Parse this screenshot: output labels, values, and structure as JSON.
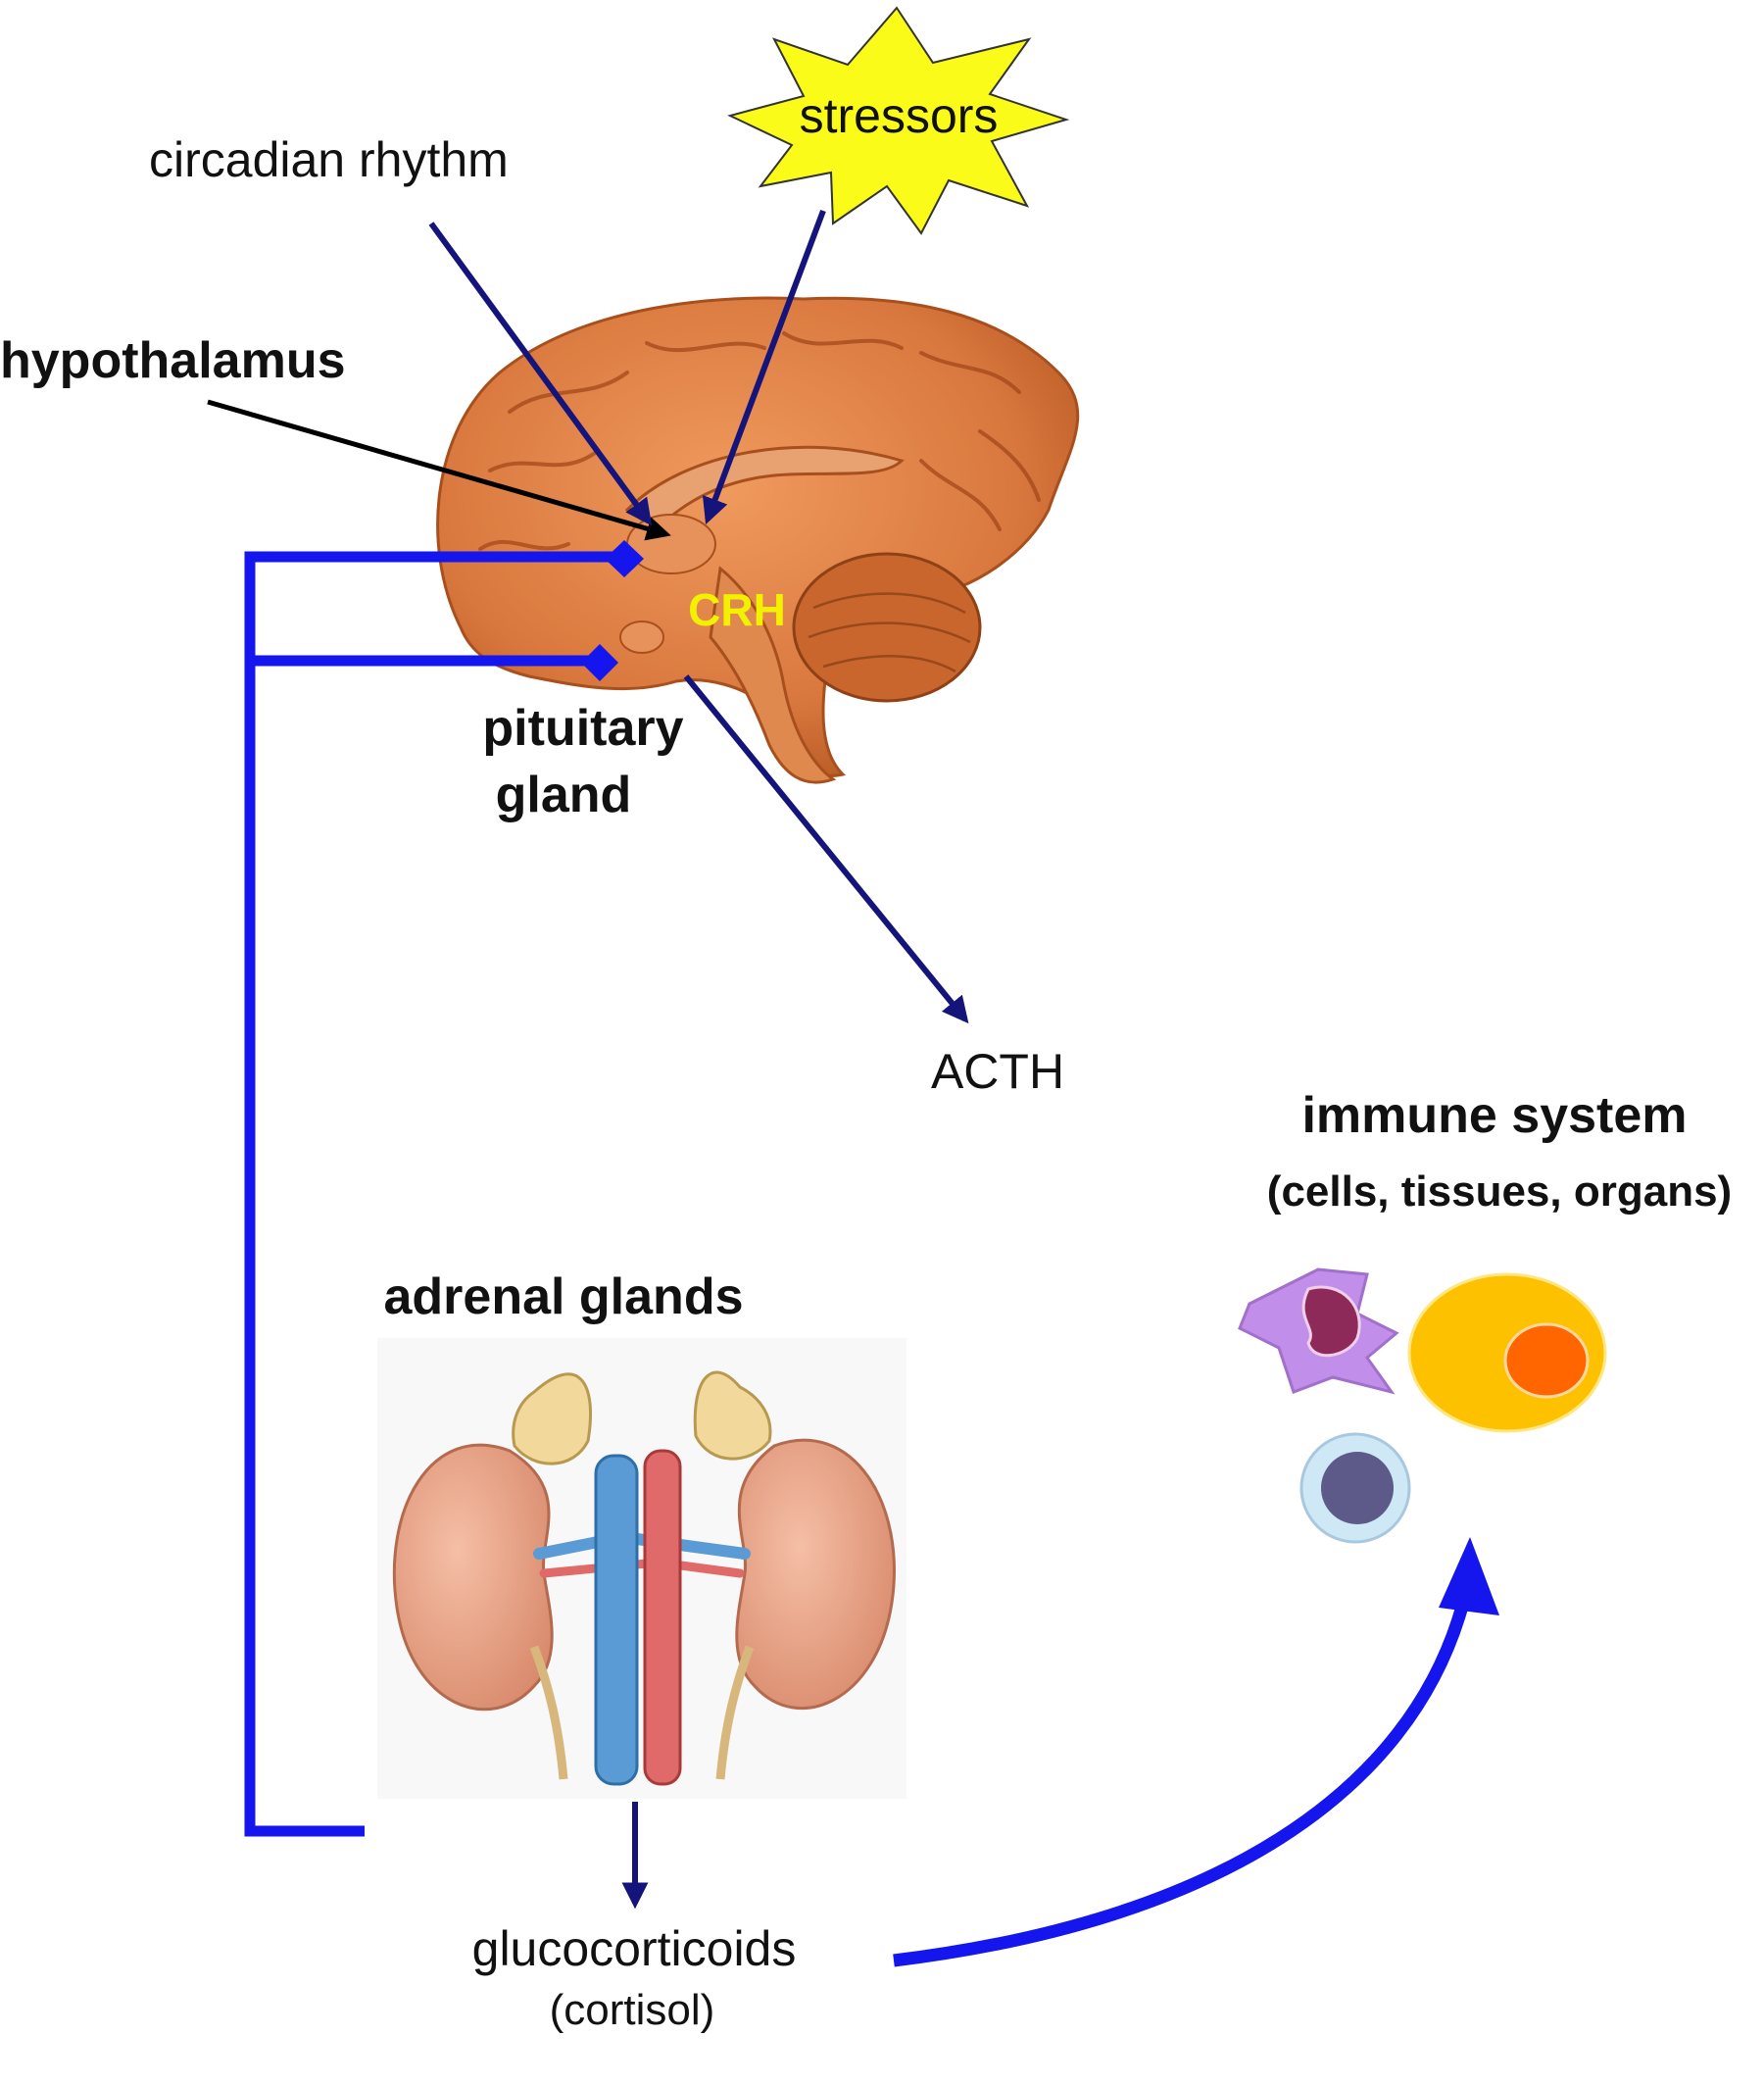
{
  "labels": {
    "stressors": "stressors",
    "circadian": "circadian rhythm",
    "hypothalamus": "hypothalamus",
    "crh": "CRH",
    "pituitary_line1": "pituitary",
    "pituitary_line2": "gland",
    "acth": "ACTH",
    "immune_title": "immune system",
    "immune_sub": "(cells, tissues, organs)",
    "adrenal": "adrenal glands",
    "glucocorticoids": "glucocorticoids",
    "cortisol": "(cortisol)"
  },
  "colors": {
    "stimulatory_arrow": "#14147a",
    "feedback_line": "#1515ee",
    "crh_text": "#f2f200",
    "starburst_fill": "#fbfb1a",
    "brain": "#d9783e",
    "vein": "#5b9bd5",
    "artery": "#e06a6a"
  },
  "icons": {
    "stressors": "starburst-icon",
    "brain": "brain-sagittal-icon",
    "kidneys": "kidneys-adrenal-icon",
    "cells": "immune-cells-icon"
  }
}
